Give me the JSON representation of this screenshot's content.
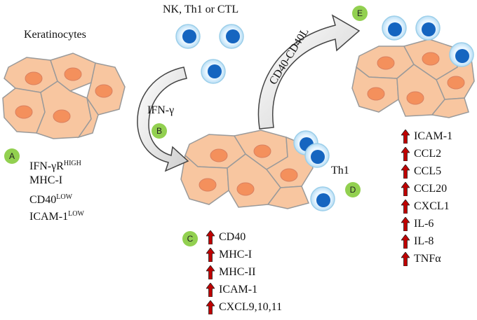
{
  "labels": {
    "keratinocytes": "Keratinocytes",
    "effector_cells": "NK, Th1 or CTL",
    "ifn_gamma": "IFN-γ",
    "cd40_cd40l": "CD40-CD40L",
    "th1": "Th1"
  },
  "badges": {
    "a": "A",
    "b": "B",
    "c": "C",
    "d": "D",
    "e": "E"
  },
  "baseline_markers": [
    {
      "base": "IFN-γR",
      "sup": "HIGH"
    },
    {
      "base": "MHC-I",
      "sup": ""
    },
    {
      "base": "CD40",
      "sup": "LOW"
    },
    {
      "base": "ICAM-1",
      "sup": "LOW"
    }
  ],
  "induced_after_ifn_gamma": [
    "CD40",
    "MHC-I",
    "MHC-II",
    "ICAM-1",
    "CXCL9,10,11"
  ],
  "induced_after_cd40_ligation": [
    "ICAM-1",
    "CCL2",
    "CCL5",
    "CCL20",
    "CXCL1",
    "IL-6",
    "IL-8",
    "TNFα"
  ],
  "colors": {
    "cell_fill": "#f8c6a0",
    "cell_border": "#9a9a9a",
    "nucleus_fill": "#f4905c",
    "immune_outer": "#d6ecfa",
    "immune_nucleus": "#1565c0",
    "badge_green": "#92d050",
    "arrow_red": "#c00000"
  },
  "icons": {
    "upregulation": "red-up-arrow-icon",
    "process_arrow": "curved-arrow-icon"
  }
}
